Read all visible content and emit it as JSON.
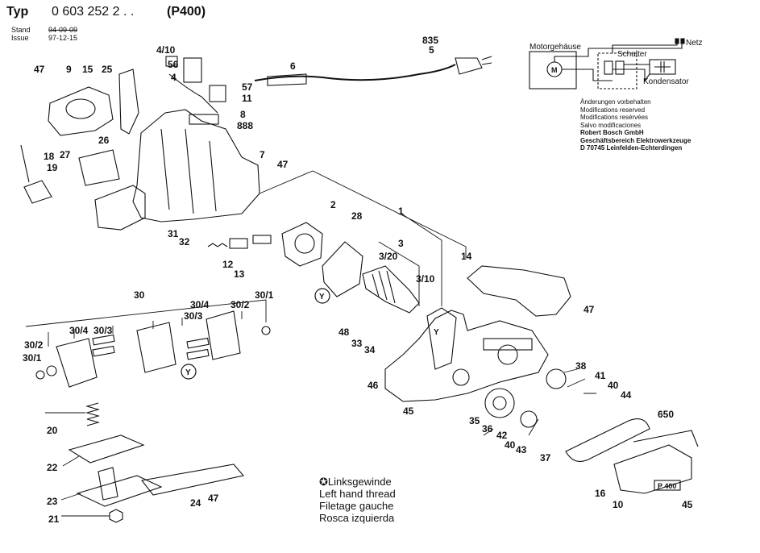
{
  "header": {
    "typ_label": "Typ",
    "typ_number": "0 603 252 2 . .",
    "model": "(P400)",
    "stand_label": "Stand",
    "stand_date": "94-09-09",
    "issue_label": "Issue",
    "issue_date": "97-12-15"
  },
  "wiring": {
    "motor_housing": "Motorgehäuse",
    "motor_symbol": "M",
    "switch": "Schalter",
    "mains": "Netz",
    "capacitor": "Kondensator"
  },
  "notes": [
    "Änderungen vorbehalten",
    "Modifications reserved",
    "Modifications resérvées",
    "Salvo modificaciones",
    "Robert Bosch GmbH",
    "Geschäftsbereich Elektrowerkzeuge",
    "D 70745 Leinfelden-Echterdingen"
  ],
  "legend": {
    "symbol": "✪",
    "lines": [
      "Linksgewinde",
      "Left hand thread",
      "Filetage gauche",
      "Rosca izquierda"
    ]
  },
  "parts": [
    "47",
    "9",
    "15",
    "25",
    "4/10",
    "56",
    "4",
    "6",
    "835",
    "5",
    "57",
    "11",
    "8",
    "888",
    "26",
    "18",
    "19",
    "27",
    "7",
    "47",
    "2",
    "1",
    "28",
    "31",
    "32",
    "12",
    "13",
    "3",
    "3/20",
    "3/10",
    "14",
    "47",
    "30",
    "30/4",
    "30/3",
    "30/2",
    "30/1",
    "30/4",
    "30/3",
    "30/2",
    "30/1",
    "48",
    "33",
    "34",
    "38",
    "41",
    "40",
    "44",
    "46",
    "45",
    "650",
    "35",
    "36",
    "42",
    "40",
    "43",
    "37",
    "20",
    "22",
    "23",
    "24",
    "47",
    "21",
    "16",
    "10",
    "45"
  ],
  "callouts": [
    "Y",
    "Y",
    "Y"
  ],
  "nameplate": "P 400"
}
